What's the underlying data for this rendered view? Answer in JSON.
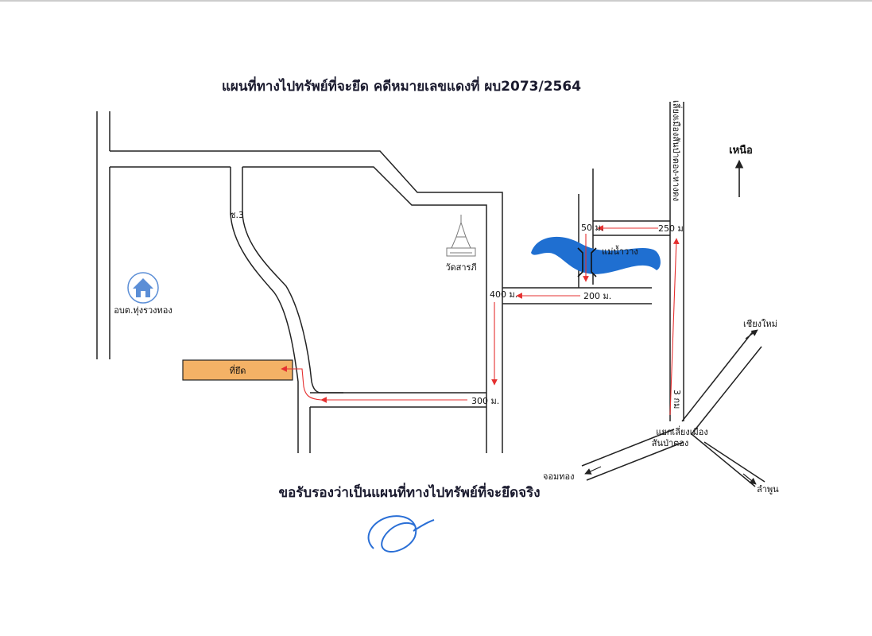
{
  "title": "แผนที่ทางไปทรัพย์ที่จะยึด คดีหมายเลขแดงที่ ผบ2073/2564",
  "north_label": "เหนือ",
  "certify_text": "ขอรับรองว่าเป็นแผนที่ทางไปทรัพย์ที่จะยึดจริง",
  "places": {
    "target": "ที่ยึด",
    "soi": "ซ.3",
    "office": "อบต.ทุ่งรวงทอง",
    "temple": "วัดสารภี",
    "river": "แม่น้ำวาง",
    "bypass_road": "เลี่ยงเมืองสันป่าตอง-หางดง",
    "junction_line1": "แยกเลี่ยงเมือง",
    "junction_line2": "สันป่าตอง",
    "to_chiangmai": "เชียงใหม่",
    "to_chomthong": "จอมทอง",
    "to_lamphun": "ลำพูน"
  },
  "distances": {
    "d300": "300 ม.",
    "d400": "400 ม.",
    "d200": "200 ม.",
    "d50": "50 ม.",
    "d250": "250 ม",
    "d3km": "3 กม"
  },
  "colors": {
    "route": "#e53030",
    "river": "#1f6fd1",
    "target_fill": "#f4b266",
    "office_icon": "#5b8ed6",
    "signature": "#2a6fd6"
  }
}
